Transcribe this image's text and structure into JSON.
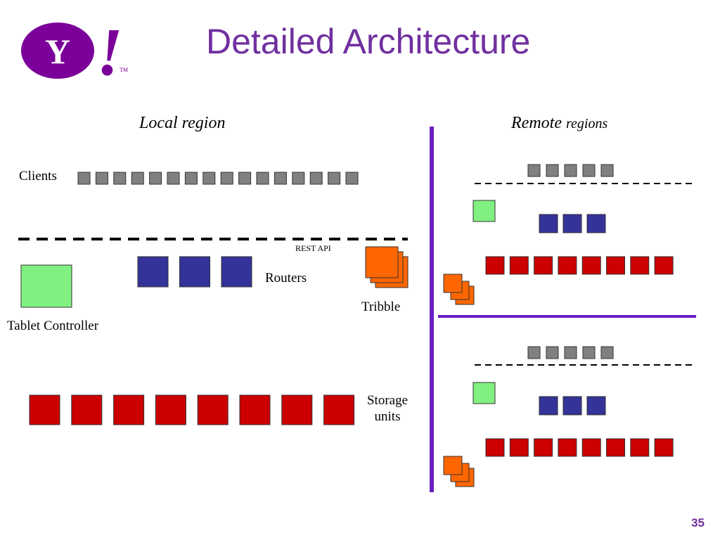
{
  "slide": {
    "title": "Detailed Architecture",
    "page_number": "35",
    "brand": {
      "logo_letter": "Y",
      "exclaim": "!",
      "tm": "TM"
    }
  },
  "local": {
    "heading": "Local region",
    "clients_label": "Clients",
    "rest_api_label": "REST API",
    "routers_label": "Routers",
    "tribble_label": "Tribble",
    "tablet_controller_label": "Tablet Controller",
    "storage_label_line1": "Storage",
    "storage_label_line2": "units",
    "client_count": 16,
    "router_count": 3,
    "storage_count": 8
  },
  "remote": {
    "heading_part1": "Remote",
    "heading_part2": "regions",
    "regions": [
      {
        "client_count": 5,
        "router_count": 3,
        "storage_count": 8
      },
      {
        "client_count": 5,
        "router_count": 3,
        "storage_count": 8
      }
    ]
  },
  "colors": {
    "brand_purple": "#7030a0",
    "client_gray": "#808080",
    "router_blue": "#333399",
    "storage_red": "#cc0000",
    "controller_green": "#80f080",
    "tribble_orange": "#ff6600"
  }
}
